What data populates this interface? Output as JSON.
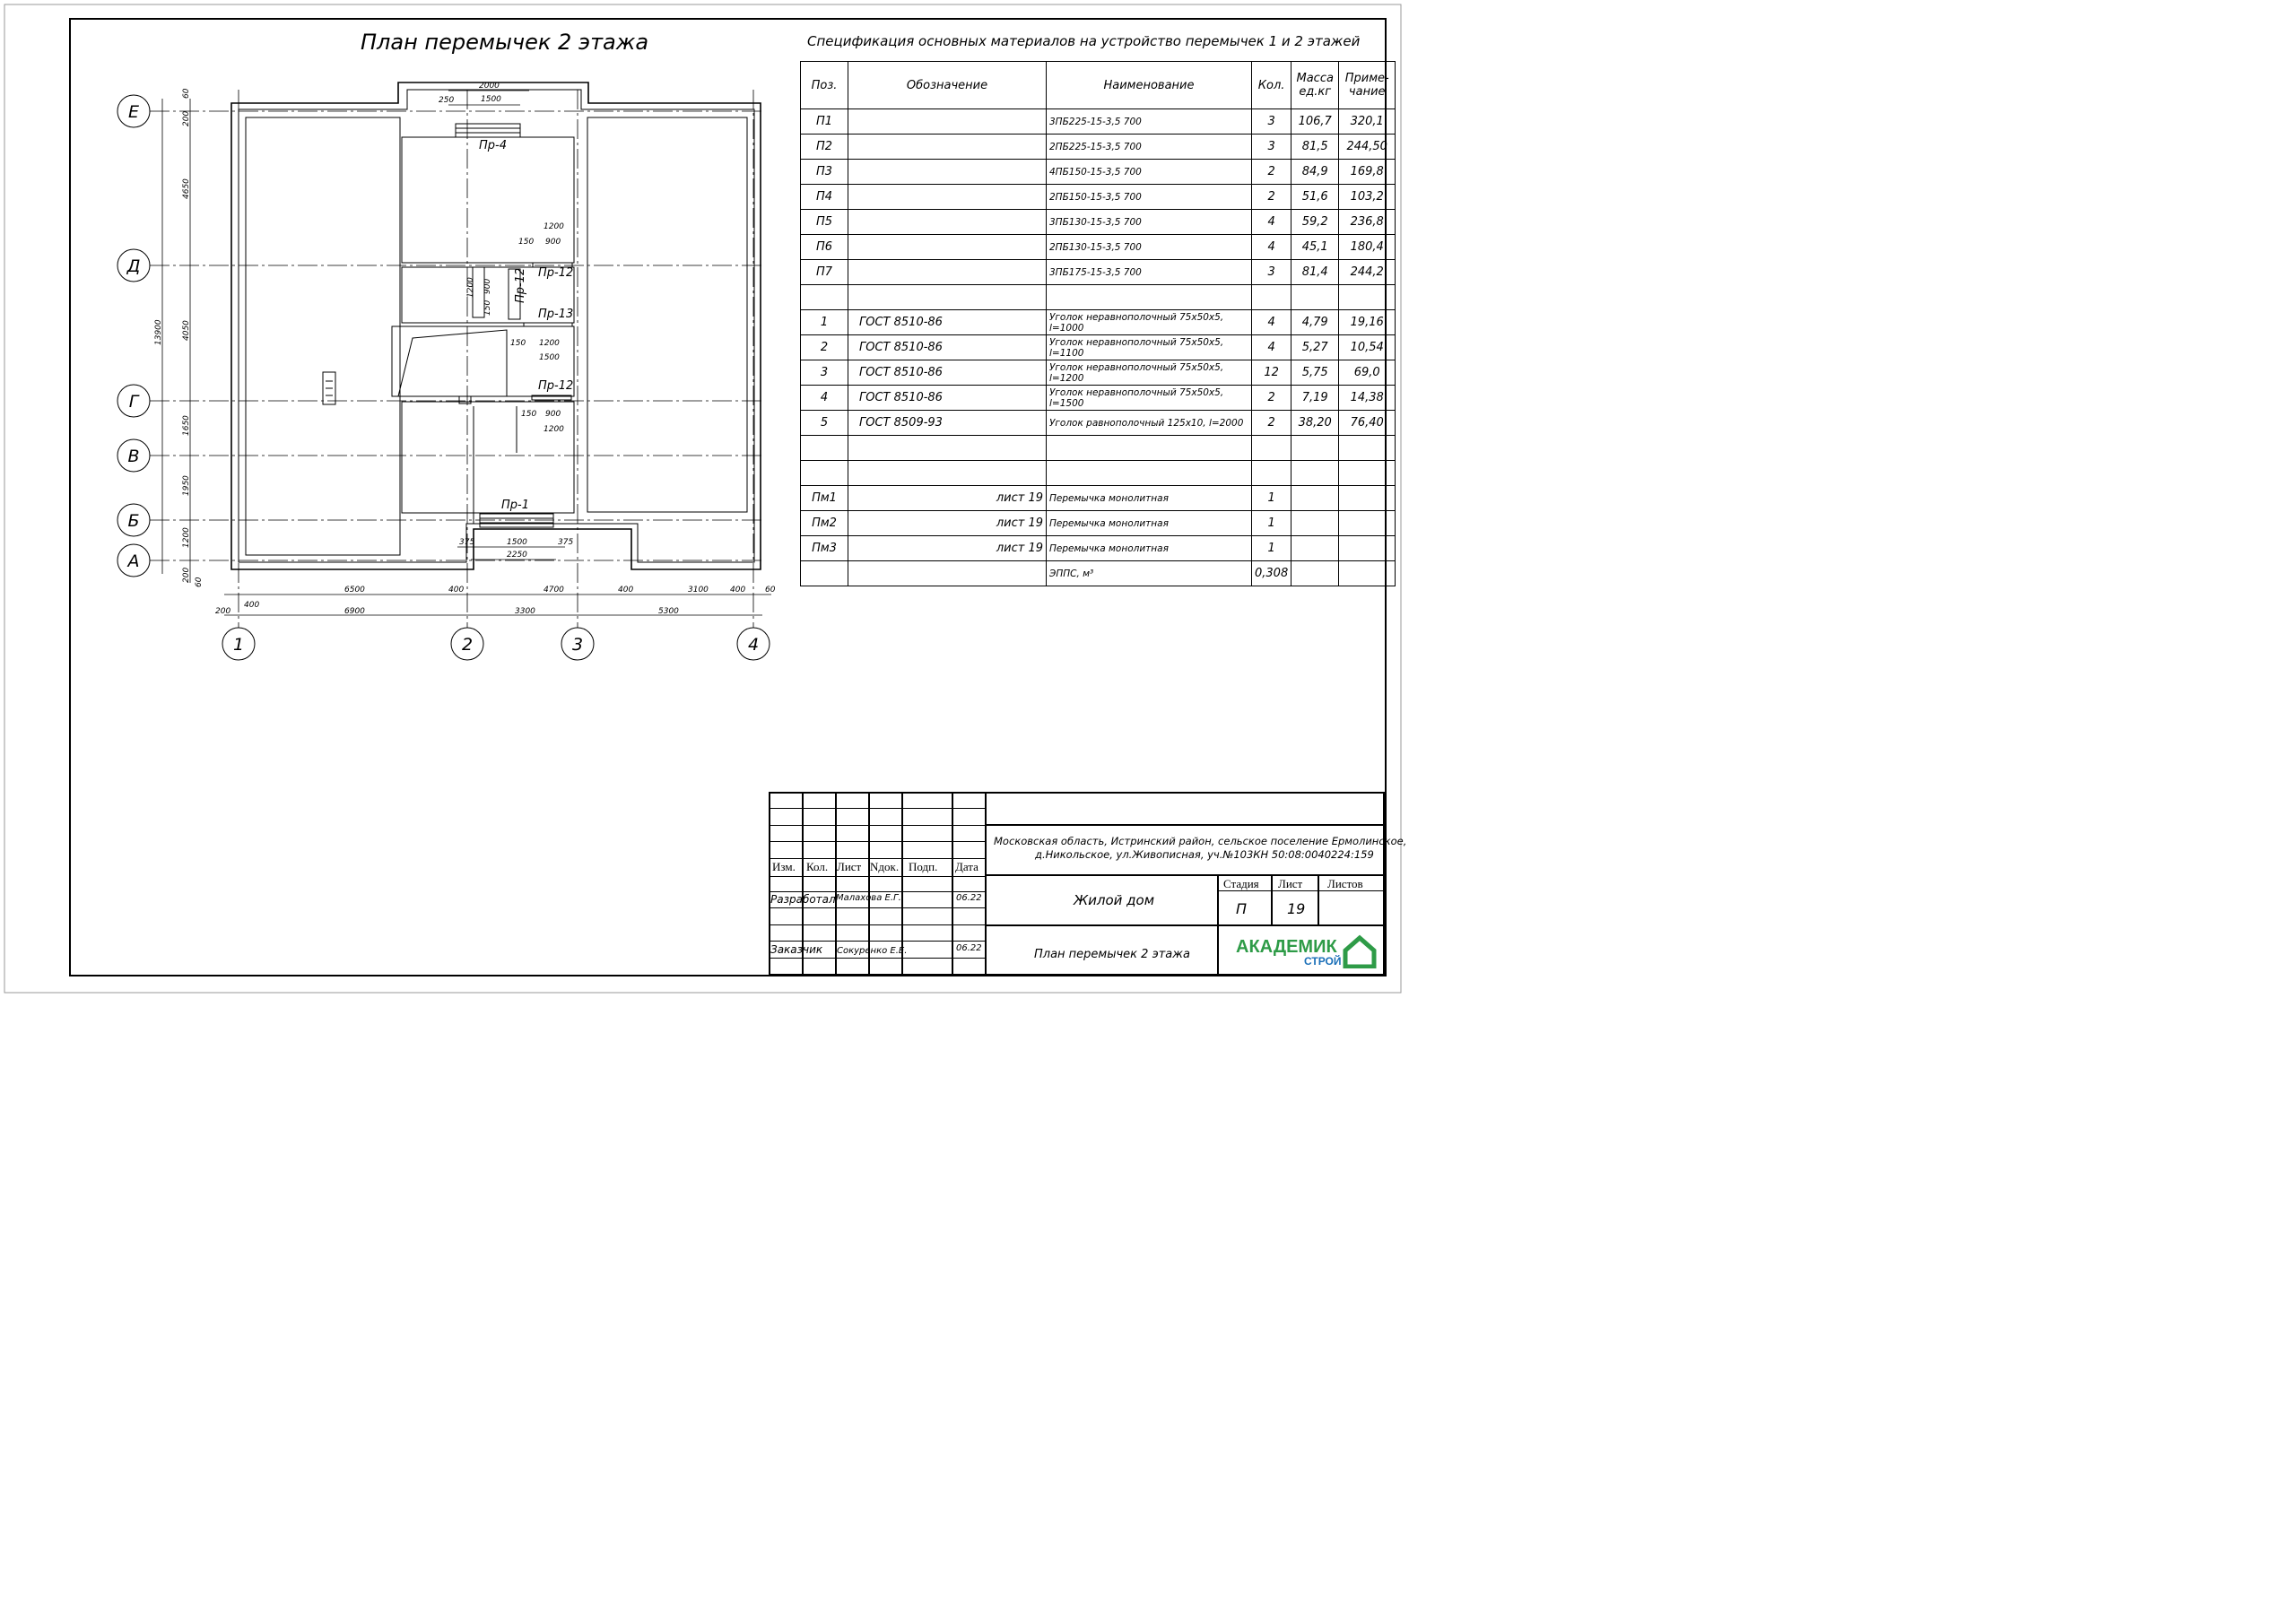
{
  "plan_title": "План перемычек 2 этажа",
  "spec_title": "Спецификация основных материалов на устройство перемычек 1 и 2 этажей",
  "spec": {
    "headers": [
      "Поз.",
      "Обозначение",
      "Наименование",
      "Кол.",
      "Масса ед.кг",
      "Приме- чание"
    ],
    "rows": [
      [
        "П1",
        "",
        "3ПБ225-15-3,5 700",
        "3",
        "106,7",
        "320,1"
      ],
      [
        "П2",
        "",
        "2ПБ225-15-3,5 700",
        "3",
        "81,5",
        "244,50"
      ],
      [
        "П3",
        "",
        "4ПБ150-15-3,5 700",
        "2",
        "84,9",
        "169,8"
      ],
      [
        "П4",
        "",
        "2ПБ150-15-3,5 700",
        "2",
        "51,6",
        "103,2"
      ],
      [
        "П5",
        "",
        "3ПБ130-15-3,5 700",
        "4",
        "59,2",
        "236,8"
      ],
      [
        "П6",
        "",
        "2ПБ130-15-3,5 700",
        "4",
        "45,1",
        "180,4"
      ],
      [
        "П7",
        "",
        "3ПБ175-15-3,5 700",
        "3",
        "81,4",
        "244,2"
      ],
      [
        "",
        "",
        "",
        "",
        "",
        ""
      ],
      [
        "1",
        "ГОСТ 8510-86",
        "Уголок неравнополочный 75х50х5, l=1000",
        "4",
        "4,79",
        "19,16"
      ],
      [
        "2",
        "ГОСТ 8510-86",
        "Уголок неравнополочный 75х50х5, l=1100",
        "4",
        "5,27",
        "10,54"
      ],
      [
        "3",
        "ГОСТ 8510-86",
        "Уголок неравнополочный 75х50х5, l=1200",
        "12",
        "5,75",
        "69,0"
      ],
      [
        "4",
        "ГОСТ 8510-86",
        "Уголок неравнополочный 75х50х5, l=1500",
        "2",
        "7,19",
        "14,38"
      ],
      [
        "5",
        "ГОСТ 8509-93",
        "Уголок равнополочный 125х10, l=2000",
        "2",
        "38,20",
        "76,40"
      ],
      [
        "",
        "",
        "",
        "",
        "",
        ""
      ],
      [
        "",
        "",
        "",
        "",
        "",
        ""
      ],
      [
        "Пм1",
        "лист 19",
        "Перемычка монолитная",
        "1",
        "",
        ""
      ],
      [
        "Пм2",
        "лист 19",
        "Перемычка монолитная",
        "1",
        "",
        ""
      ],
      [
        "Пм3",
        "лист 19",
        "Перемычка монолитная",
        "1",
        "",
        ""
      ],
      [
        "",
        "",
        "ЭППС, м³",
        "0,308",
        "",
        ""
      ]
    ]
  },
  "axes": {
    "rows": [
      "Е",
      "Д",
      "Г",
      "В",
      "Б",
      "А"
    ],
    "cols": [
      "1",
      "2",
      "3",
      "4"
    ]
  },
  "dims": {
    "vertical_left": [
      "60",
      "200",
      "4650",
      "4050",
      "1650",
      "1950",
      "1200",
      "200",
      "60"
    ],
    "overall_v": "13900",
    "bottom_row1": [
      "6500",
      "400",
      "4700",
      "400",
      "3100",
      "400",
      "60"
    ],
    "bottom_row2": [
      "200",
      "400",
      "6900",
      "3300",
      "5300"
    ],
    "top_opening": [
      "2000",
      "250",
      "1500"
    ],
    "bottom_opening": [
      "1500",
      "375",
      "375",
      "2250"
    ],
    "pr12_a": [
      "1200",
      "150",
      "900"
    ],
    "pr12_v": [
      "1200",
      "900",
      "150"
    ],
    "pr13": [
      "150",
      "1200",
      "1500"
    ],
    "pr12_b": [
      "150",
      "900",
      "1200"
    ]
  },
  "lintel_labels": {
    "pr4": "Пр-4",
    "pr12_top": "Пр-12",
    "pr12_vert": "Пр-12",
    "pr13": "Пр-13",
    "pr12_bottom": "Пр-12",
    "pr1": "Пр-1"
  },
  "title_block": {
    "header_cols": [
      "Изм.",
      "Кол.",
      "Лист",
      "Nдок.",
      "Подп.",
      "Дата"
    ],
    "address": "Московская область, Истринский район, сельское поселение Ермолинское,",
    "address2": "д.Никольское, ул.Живописная, уч.№103КН 50:08:0040224:159",
    "developer_label": "Разработал",
    "developer_name": "Малахова Е.Г.",
    "developer_date": "06.22",
    "customer_label": "Заказчик",
    "customer_name": "Сокуренко Е.Е.",
    "customer_date": "06.22",
    "object": "Жилой дом",
    "sheet_name": "План перемычек 2 этажа",
    "stage_label": "Стадия",
    "sheet_label": "Лист",
    "sheets_label": "Листов",
    "stage": "П",
    "sheet": "19",
    "sheets": "",
    "logo_text": "АКАДЕМИК",
    "logo_sub": "СТРОЙ",
    "logo_color": "#2e9b47"
  }
}
